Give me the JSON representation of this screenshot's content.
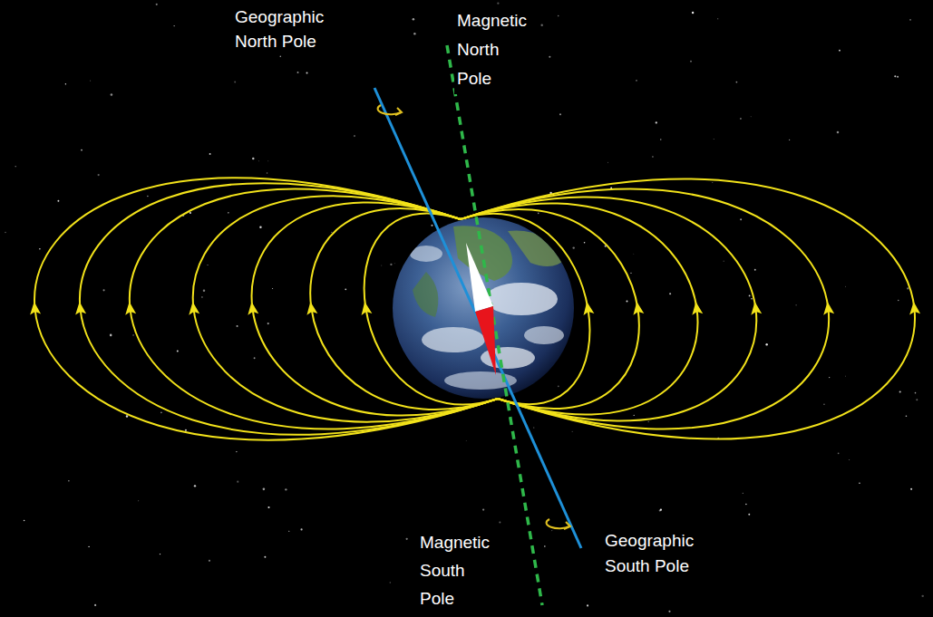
{
  "diagram": {
    "labels": [
      "Geographic North Pole",
      "Magnetic North Pole",
      "Magnetic South Pole",
      "Geographic South Pole"
    ]
  }
}
